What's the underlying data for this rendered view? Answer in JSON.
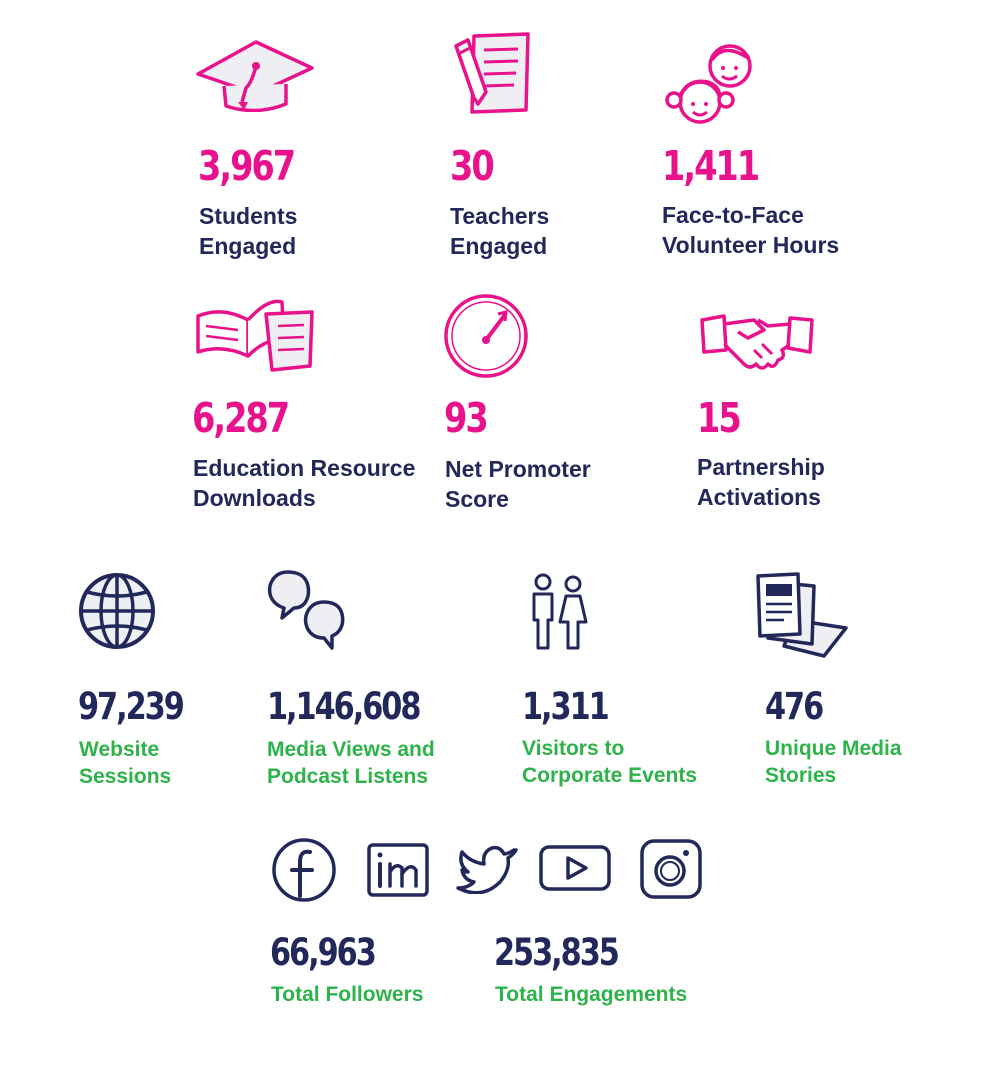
{
  "colors": {
    "magenta": "#e8128c",
    "navy": "#22285a",
    "green": "#2db34a"
  },
  "education": [
    {
      "icon": "graduation-cap-icon",
      "value": "3,967",
      "label": [
        "Students",
        "Engaged"
      ]
    },
    {
      "icon": "teacher-paper-pencil-icon",
      "value": "30",
      "label": [
        "Teachers",
        "Engaged"
      ]
    },
    {
      "icon": "volunteers-faces-icon",
      "value": "1,411",
      "label": [
        "Face-to-Face",
        "Volunteer Hours"
      ]
    },
    {
      "icon": "open-books-icon",
      "value": "6,287",
      "label": [
        "Education Resource",
        "Downloads"
      ]
    },
    {
      "icon": "gauge-icon",
      "value": "93",
      "label": [
        "Net Promoter",
        "Score"
      ]
    },
    {
      "icon": "handshake-icon",
      "value": "15",
      "label": [
        "Partnership",
        "Activations"
      ]
    }
  ],
  "media": [
    {
      "icon": "globe-icon",
      "value": "97,239",
      "label": [
        "Website",
        "Sessions"
      ]
    },
    {
      "icon": "speech-bubbles-icon",
      "value": "1,146,608",
      "label": [
        "Media Views and",
        "Podcast Listens"
      ]
    },
    {
      "icon": "visitors-people-icon",
      "value": "1,311",
      "label": [
        "Visitors to",
        "Corporate Events"
      ]
    },
    {
      "icon": "newspapers-icon",
      "value": "476",
      "label": [
        "Unique Media",
        "Stories"
      ]
    }
  ],
  "social": {
    "icons": [
      "facebook-icon",
      "linkedin-icon",
      "twitter-icon",
      "youtube-icon",
      "instagram-icon"
    ],
    "stats": [
      {
        "value": "66,963",
        "label": "Total Followers"
      },
      {
        "value": "253,835",
        "label": "Total Engagements"
      }
    ]
  }
}
